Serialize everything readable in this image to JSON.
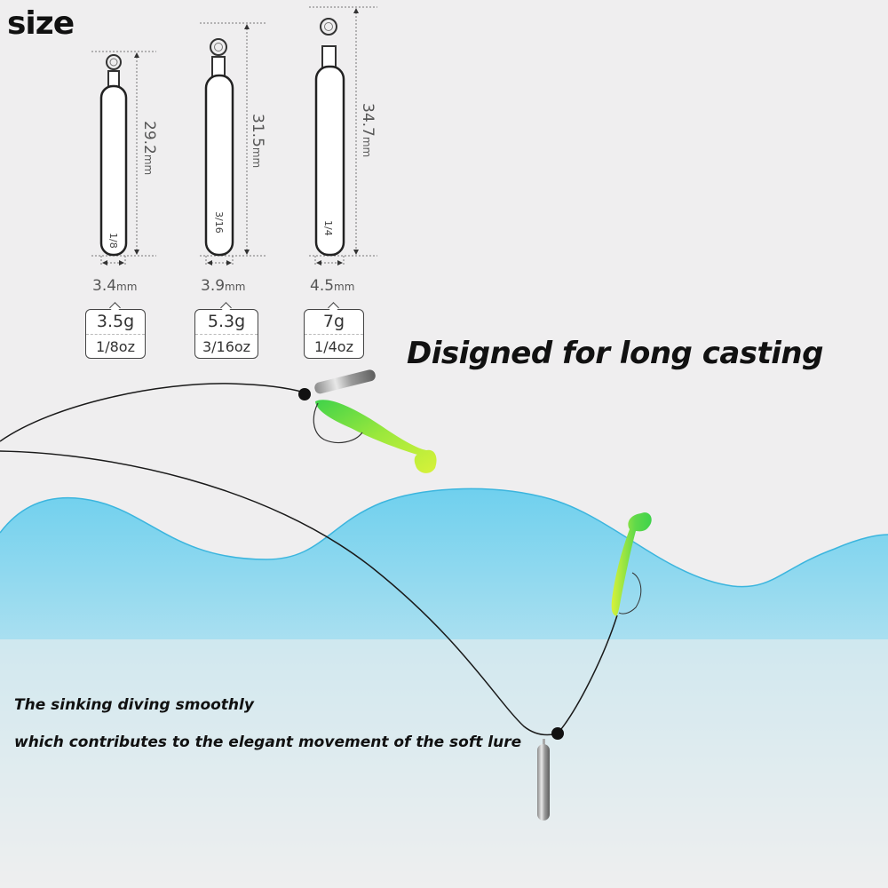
{
  "title": "size",
  "headline": "Disigned for long casting",
  "captions": [
    "The sinking diving smoothly",
    "which contributes to the elegant movement of the soft lure"
  ],
  "weights": [
    {
      "size_mark": "1/8",
      "length": "29.2",
      "length_unit": "mm",
      "diameter": "3.4",
      "diameter_unit": "mm",
      "grams": "3.5g",
      "ounces": "1/8oz"
    },
    {
      "size_mark": "3/16",
      "length": "31.5",
      "length_unit": "mm",
      "diameter": "3.9",
      "diameter_unit": "mm",
      "grams": "5.3g",
      "ounces": "3/16oz"
    },
    {
      "size_mark": "1/4",
      "length": "34.7",
      "length_unit": "mm",
      "diameter": "4.5",
      "diameter_unit": "mm",
      "grams": "7g",
      "ounces": "1/4oz"
    }
  ],
  "colors": {
    "background": "#efeeef",
    "water_top": "#6fd0ee",
    "water_bottom": "#eeeff0",
    "lure_green": "#3fd24a",
    "lure_yellow": "#d8f23a",
    "line": "#1a1a1a"
  }
}
